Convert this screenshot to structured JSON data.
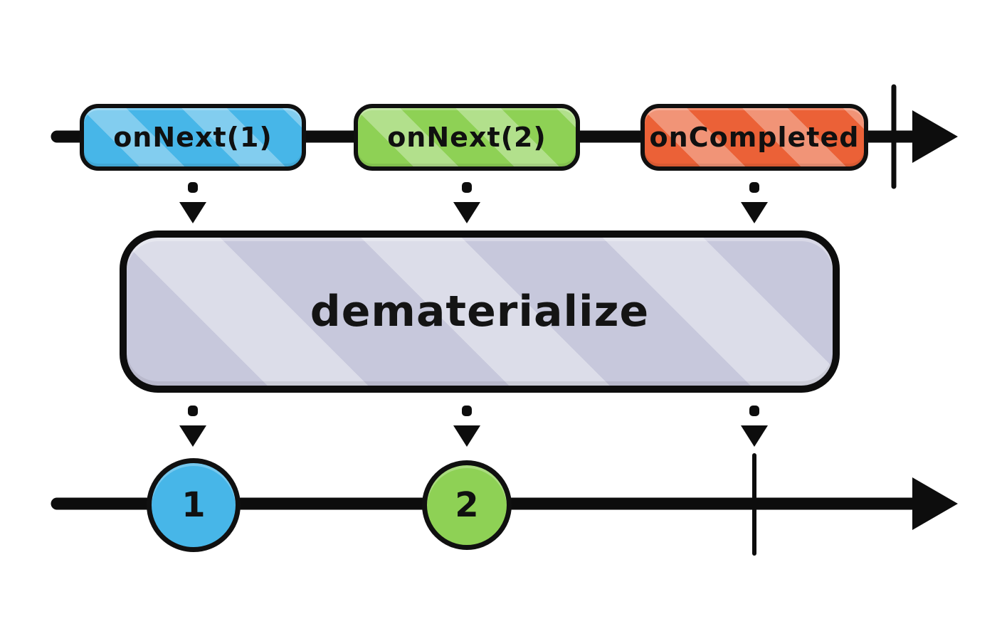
{
  "diagram": {
    "operator": {
      "label": "dematerialize",
      "fill": "#c7c8dc"
    },
    "source_timeline": {
      "events": [
        {
          "label": "onNext(1)",
          "color": "#47b6e8"
        },
        {
          "label": "onNext(2)",
          "color": "#8ed155"
        },
        {
          "label": "onCompleted",
          "color": "#eb6137"
        }
      ]
    },
    "result_timeline": {
      "marbles": [
        {
          "label": "1",
          "color": "#47b6e8"
        },
        {
          "label": "2",
          "color": "#8ed155"
        }
      ]
    },
    "line_color": "#0d0d0d"
  }
}
